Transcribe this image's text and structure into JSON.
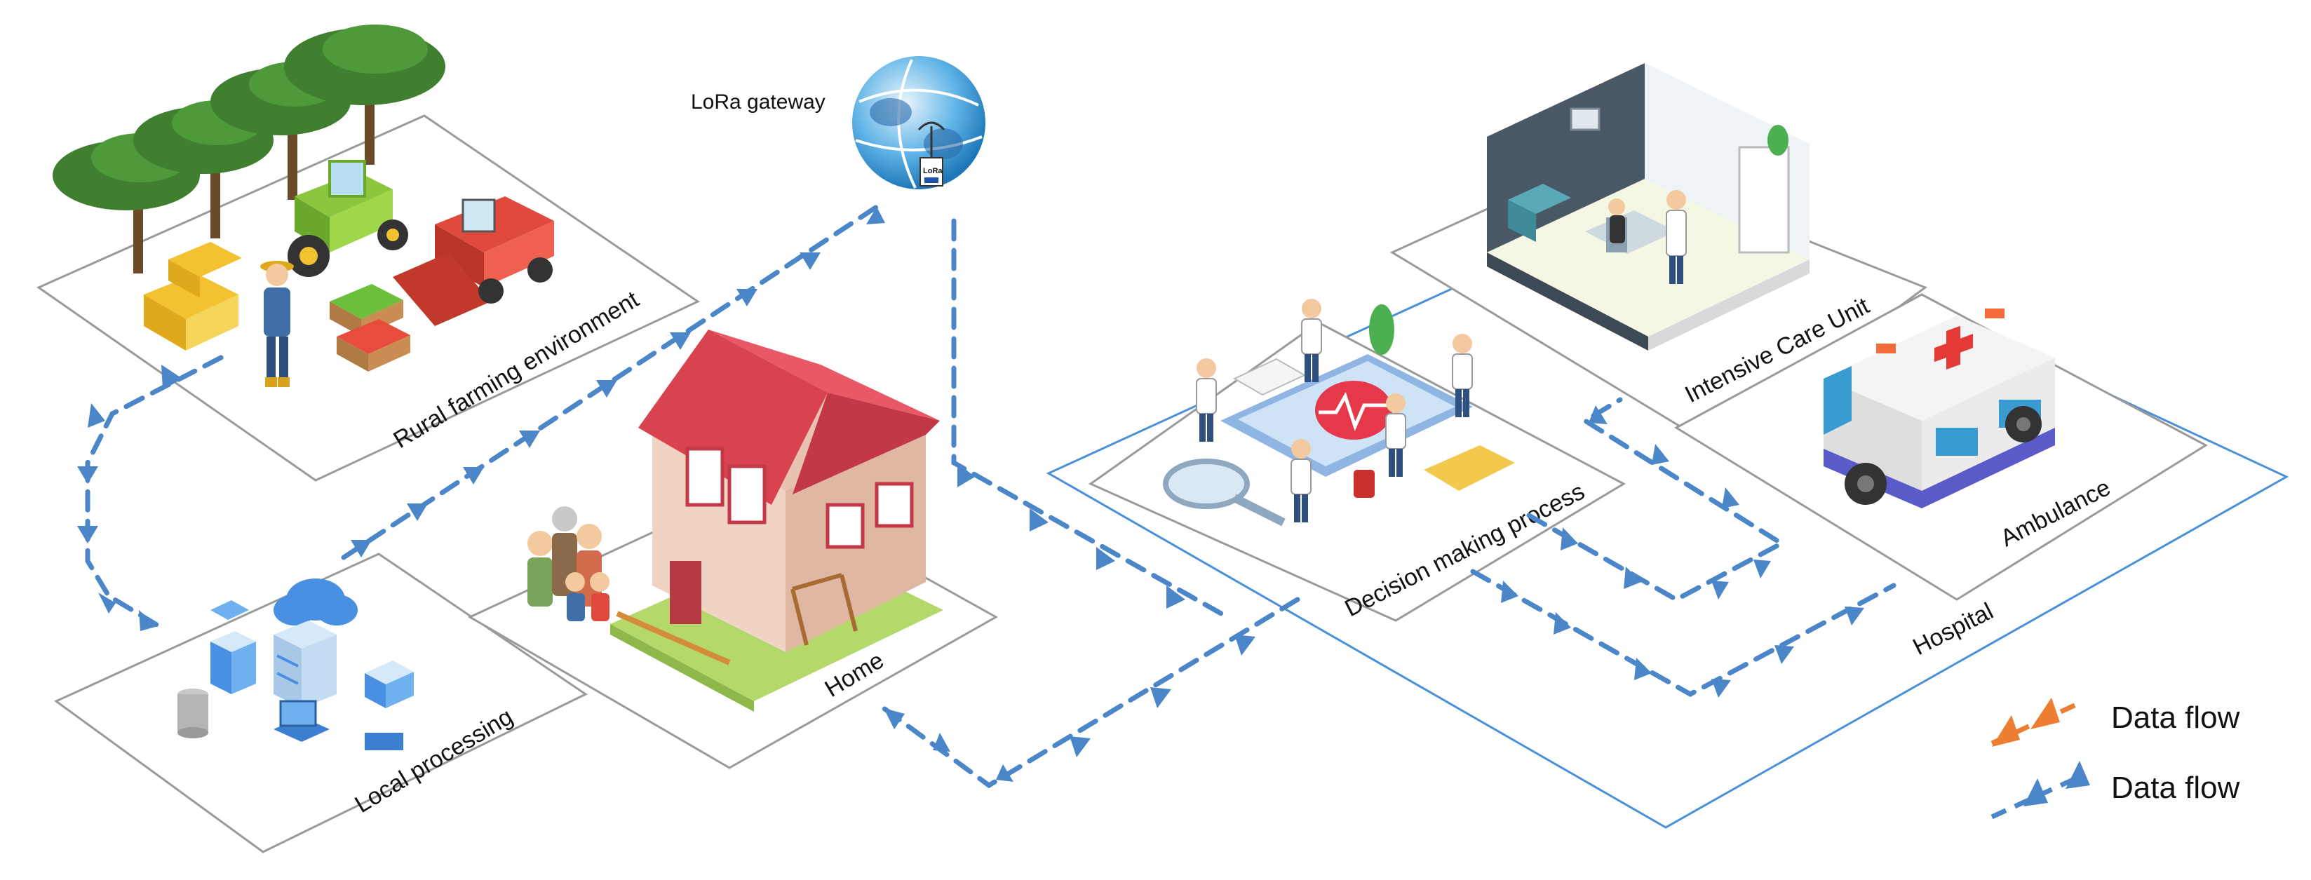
{
  "labels": {
    "rural": "Rural farming environment",
    "local": "Local processing",
    "home": "Home",
    "lora_gateway": "LoRa gateway",
    "lora_device": "LoRa",
    "decision": "Decision  making process",
    "icu": "Intensive Care Unit",
    "ambulance": "Ambulance",
    "hospital": "Hospital"
  },
  "legend": [
    {
      "label": "Data flow",
      "color": "#ed7d31"
    },
    {
      "label": "Data flow",
      "color": "#4a86c8"
    }
  ],
  "colors": {
    "flow_blue": "#4a86c8",
    "flow_orange": "#ed7d31",
    "hospital_frame": "#4a90d9",
    "panel_stroke": "#9a9a9a"
  }
}
